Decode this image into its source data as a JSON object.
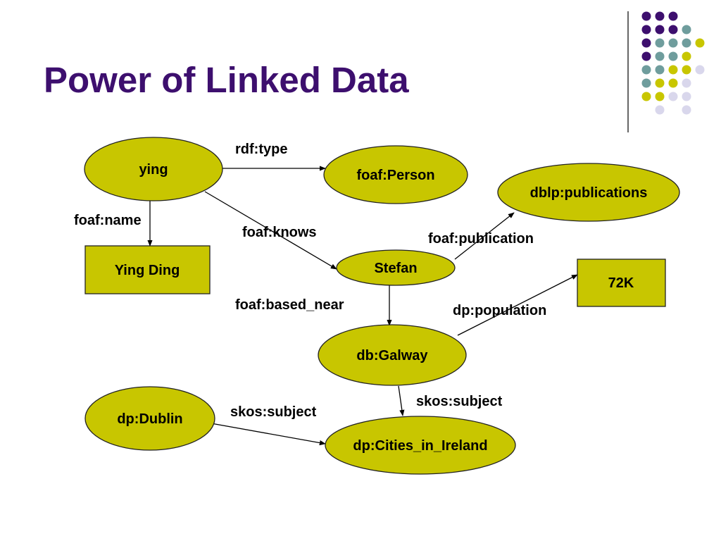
{
  "slide": {
    "title": "Power of Linked Data"
  },
  "colors": {
    "title": "#3d0f6e",
    "node_fill": "#c8c600",
    "node_stroke": "#222222",
    "dot_purple": "#3d0f6e",
    "dot_teal": "#6f9d9d",
    "dot_yellow": "#c8c600",
    "dot_lavender": "#d9d7ec",
    "divider": "#333333"
  },
  "diagram": {
    "nodes": {
      "ying": "ying",
      "foaf_person": "foaf:Person",
      "dblp_publications": "dblp:publications",
      "ying_ding": "Ying Ding",
      "stefan": "Stefan",
      "k72": "72K",
      "db_galway": "db:Galway",
      "dp_dublin": "dp:Dublin",
      "dp_cities": "dp:Cities_in_Ireland"
    },
    "edges": {
      "rdf_type": "rdf:type",
      "foaf_name": "foaf:name",
      "foaf_knows": "foaf:knows",
      "foaf_publication": "foaf:publication",
      "foaf_based_near": "foaf:based_near",
      "dp_population": "dp:population",
      "skos_subject_galway": "skos:subject",
      "skos_subject_dublin": "skos:subject"
    }
  },
  "decor": {
    "dots": [
      [
        "purple",
        "purple",
        "purple",
        "none",
        "none"
      ],
      [
        "purple",
        "purple",
        "purple",
        "teal",
        "none"
      ],
      [
        "purple",
        "teal",
        "teal",
        "teal",
        "yellow"
      ],
      [
        "purple",
        "teal",
        "teal",
        "yellow",
        "none"
      ],
      [
        "teal",
        "teal",
        "yellow",
        "yellow",
        "lavender"
      ],
      [
        "teal",
        "yellow",
        "yellow",
        "lavender",
        "none"
      ],
      [
        "yellow",
        "yellow",
        "lavender",
        "lavender",
        "none"
      ],
      [
        "none",
        "lavender",
        "none",
        "lavender",
        "none"
      ]
    ]
  }
}
